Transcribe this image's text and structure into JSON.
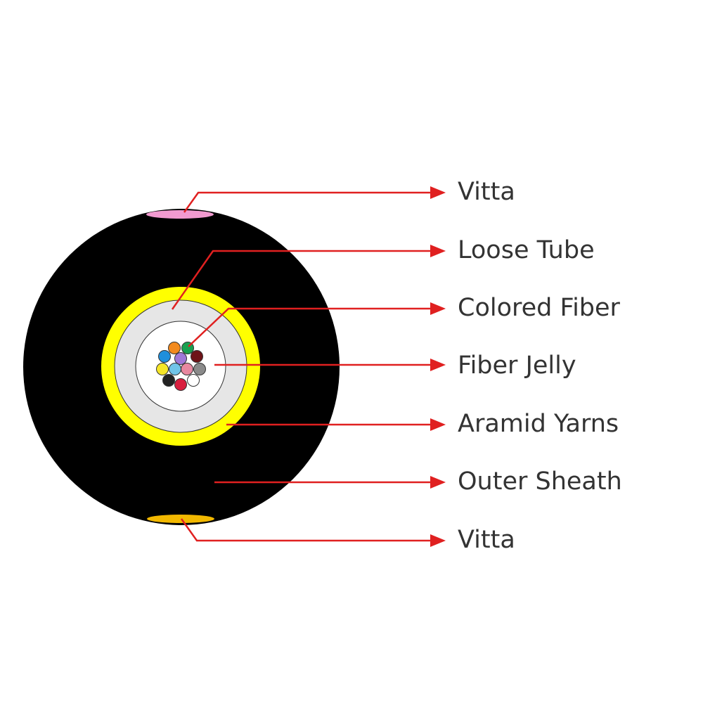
{
  "colors": {
    "sheath": "#000000",
    "aramid": "#ffff00",
    "loose_tube": "#e6e6e6",
    "jelly": "#ffffff",
    "leader": "#e02020",
    "vitta_top": "#f29ad0",
    "vitta_bottom": "#f2b800"
  },
  "fibers": [
    {
      "color": "#f28a1e"
    },
    {
      "color": "#18a050"
    },
    {
      "color": "#1f8fdc"
    },
    {
      "color": "#a078d8"
    },
    {
      "color": "#6e1418"
    },
    {
      "color": "#f6e628"
    },
    {
      "color": "#70c4e8"
    },
    {
      "color": "#e888a0"
    },
    {
      "color": "#8a8a8a"
    },
    {
      "color": "#222222"
    },
    {
      "color": "#d81e3e"
    },
    {
      "color": "#ffffff"
    }
  ],
  "labels": [
    {
      "text": "Vitta"
    },
    {
      "text": "Loose Tube"
    },
    {
      "text": "Colored Fiber"
    },
    {
      "text": "Fiber Jelly"
    },
    {
      "text": "Aramid Yarns"
    },
    {
      "text": "Outer Sheath"
    },
    {
      "text": "Vitta"
    }
  ]
}
